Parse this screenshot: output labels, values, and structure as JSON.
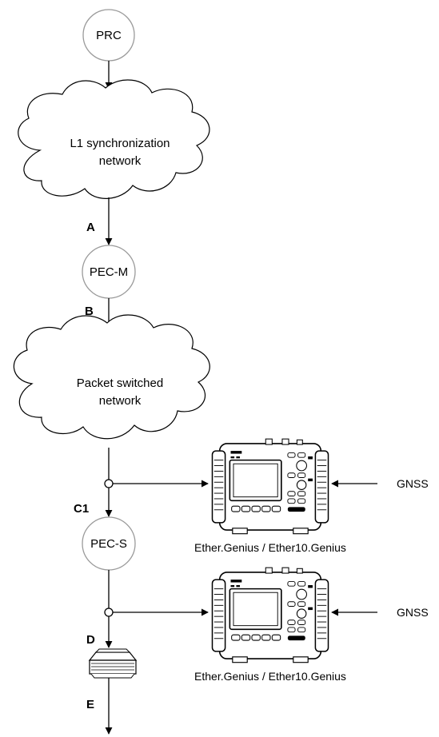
{
  "nodes": {
    "prc": "PRC",
    "pec_m": "PEC-M",
    "pec_s": "PEC-S"
  },
  "clouds": {
    "l1_line1": "L1 synchronization",
    "l1_line2": "network",
    "packet_line1": "Packet switched",
    "packet_line2": "network"
  },
  "points": {
    "a": "A",
    "b": "B",
    "c1": "C1",
    "d": "D",
    "e": "E"
  },
  "devices": {
    "caption_1": "Ether.Genius / Ether10.Genius",
    "caption_2": "Ether.Genius / Ether10.Genius",
    "gnss_1": "GNSS",
    "gnss_2": "GNSS",
    "icon": "test-instrument-icon",
    "end_device_icon": "router-icon"
  }
}
